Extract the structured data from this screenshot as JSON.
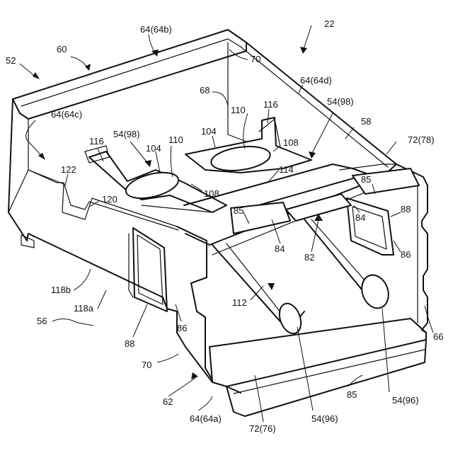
{
  "labels": {
    "l22": "22",
    "l52": "52",
    "l60": "60",
    "l64b": "64(64b)",
    "l70top": "70",
    "l64d": "64(64d)",
    "l68": "68",
    "l110r": "110",
    "l116r": "116",
    "l54_98r": "54(98)",
    "l58": "58",
    "l64c": "64(64c)",
    "l104r": "104",
    "l108r": "108",
    "l72_78": "72(78)",
    "l116l": "116",
    "l54_98l": "54(98)",
    "l104l": "104",
    "l110l": "110",
    "l114": "114",
    "l122": "122",
    "l108l": "108",
    "l85r": "85",
    "l120": "120",
    "l85m": "85",
    "l84r": "84",
    "l88r": "88",
    "l84m": "84",
    "l82": "82",
    "l86r": "86",
    "l118b": "118b",
    "l112": "112",
    "l118a": "118a",
    "l56": "56",
    "l86l": "86",
    "l88l": "88",
    "l66": "66",
    "l70bot": "70",
    "l85bot": "85",
    "l62": "62",
    "l54_96r": "54(96)",
    "l64a": "64(64a)",
    "l72_76": "72(76)",
    "l54_96b": "54(96)"
  }
}
